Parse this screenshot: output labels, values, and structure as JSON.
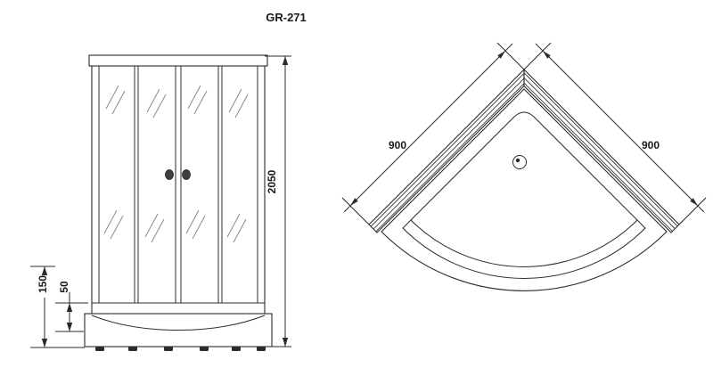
{
  "title": "GR-271",
  "front_view": {
    "height": "2050",
    "base_height": "150",
    "step_height": "50"
  },
  "plan_view": {
    "side_a": "900",
    "side_b": "900"
  },
  "colors": {
    "line": "#2b2b2b",
    "background": "#ffffff"
  }
}
